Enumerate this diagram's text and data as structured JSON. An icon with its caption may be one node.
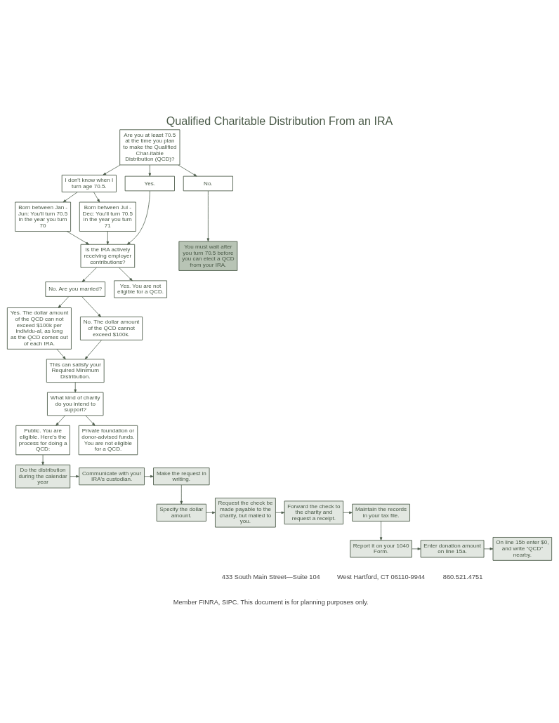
{
  "diagram": {
    "title": "Qualified Charitable Distribution From an IRA",
    "nodes": [
      {
        "text": [
          "Are you at least 70.5 at the time you plan to make the Qualified Char-itable Distribution (QCD)?"
        ]
      },
      {
        "text": [
          "I don't know when I turn age 70.5."
        ]
      },
      {
        "text": [
          "Yes."
        ]
      },
      {
        "text": [
          "No."
        ]
      },
      {
        "text": [
          "Born between Jan - Jun: You'll turn 70.5 in the year you turn 70"
        ]
      },
      {
        "text": [
          "Born between Jul - Dec: You'll turn 70.5 in the year you turn 71"
        ]
      },
      {
        "text": [
          "Is the IRA actively receiving employer contributions?"
        ]
      },
      {
        "text": [
          "You must wait after you turn 70.5 before you can elect a QCD from your IRA."
        ]
      },
      {
        "text": [
          "No. Are you married?"
        ]
      },
      {
        "text": [
          "Yes. You are not eligible for a QCD."
        ]
      },
      {
        "text": [
          "Yes. The dollar amount of the QCD can not exceed $100k per individu-al, as long as the QCD comes out of each IRA."
        ]
      },
      {
        "text": [
          "No. The dollar amount of the QCD cannot exceed $100k."
        ]
      },
      {
        "text": [
          "This can satisfy your Required Minimum Distribution."
        ]
      },
      {
        "text": [
          "What kind of charity do you intend to support?"
        ]
      },
      {
        "text": [
          "Public. You are eligible. Here's the process for doing a QCD:"
        ]
      },
      {
        "text": [
          "Private foundation or donor-advised funds. You are not eligible for a QCD."
        ]
      },
      {
        "text": [
          "Do the distribution during the calendar year"
        ]
      },
      {
        "text": [
          "Communicate with your IRA's custodian."
        ]
      },
      {
        "text": [
          "Make the request in writing."
        ]
      },
      {
        "text": [
          "Specify the dollar amount."
        ]
      },
      {
        "text": [
          "Request the check be made payable to the charity, but mailed to you."
        ]
      },
      {
        "text": [
          "Forward the check to the charity and request a receipt."
        ]
      },
      {
        "text": [
          "Maintain the records in your tax file."
        ]
      },
      {
        "text": [
          "Report it on your 1040 Form."
        ]
      },
      {
        "text": [
          "Enter donation amount on line 15a."
        ]
      },
      {
        "text": [
          "On line 15b enter $0, and write “QCD” nearby."
        ]
      }
    ],
    "edges": [
      {
        "from": 0,
        "to": 1,
        "arrow": "to"
      },
      {
        "from": 0,
        "to": 2,
        "arrow": "to"
      },
      {
        "from": 0,
        "to": 3,
        "arrow": "to"
      },
      {
        "from": 1,
        "to": 4,
        "arrow": "to"
      },
      {
        "from": 1,
        "to": 5,
        "arrow": "to"
      },
      {
        "from": 4,
        "to": 6,
        "arrow": "to"
      },
      {
        "from": 5,
        "to": 6,
        "arrow": "to"
      },
      {
        "from": 2,
        "to": 6,
        "arrow": "to"
      },
      {
        "from": 3,
        "to": 7,
        "arrow": "to"
      },
      {
        "from": 6,
        "to": 8,
        "arrow": "to"
      },
      {
        "from": 6,
        "to": 9,
        "arrow": "to"
      },
      {
        "from": 8,
        "to": 10,
        "arrow": "to"
      },
      {
        "from": 8,
        "to": 11,
        "arrow": "to"
      },
      {
        "from": 10,
        "to": 12,
        "arrow": "to"
      },
      {
        "from": 11,
        "to": 12,
        "arrow": "to"
      },
      {
        "from": 12,
        "to": 13,
        "arrow": "to"
      },
      {
        "from": 13,
        "to": 14,
        "arrow": "to"
      },
      {
        "from": 13,
        "to": 15,
        "arrow": "to"
      },
      {
        "from": 14,
        "to": 16,
        "arrow": "to"
      },
      {
        "from": 16,
        "to": 17,
        "arrow": "to"
      },
      {
        "from": 17,
        "to": 18,
        "arrow": "to"
      },
      {
        "from": 18,
        "to": 19,
        "arrow": "to"
      },
      {
        "from": 19,
        "to": 20,
        "arrow": "to"
      },
      {
        "from": 20,
        "to": 21,
        "arrow": "to"
      },
      {
        "from": 21,
        "to": 22,
        "arrow": "to"
      },
      {
        "from": 22,
        "to": 23,
        "arrow": "to"
      },
      {
        "from": 23,
        "to": 24,
        "arrow": "to"
      },
      {
        "from": 24,
        "to": 25,
        "arrow": "to"
      }
    ],
    "labels": [
      "433 South Main Street—Suite 104",
      "West Hartford, CT 06110-9944",
      "860.521.4751",
      "Member FINRA, SIPC. This document is for planning purposes only."
    ]
  }
}
